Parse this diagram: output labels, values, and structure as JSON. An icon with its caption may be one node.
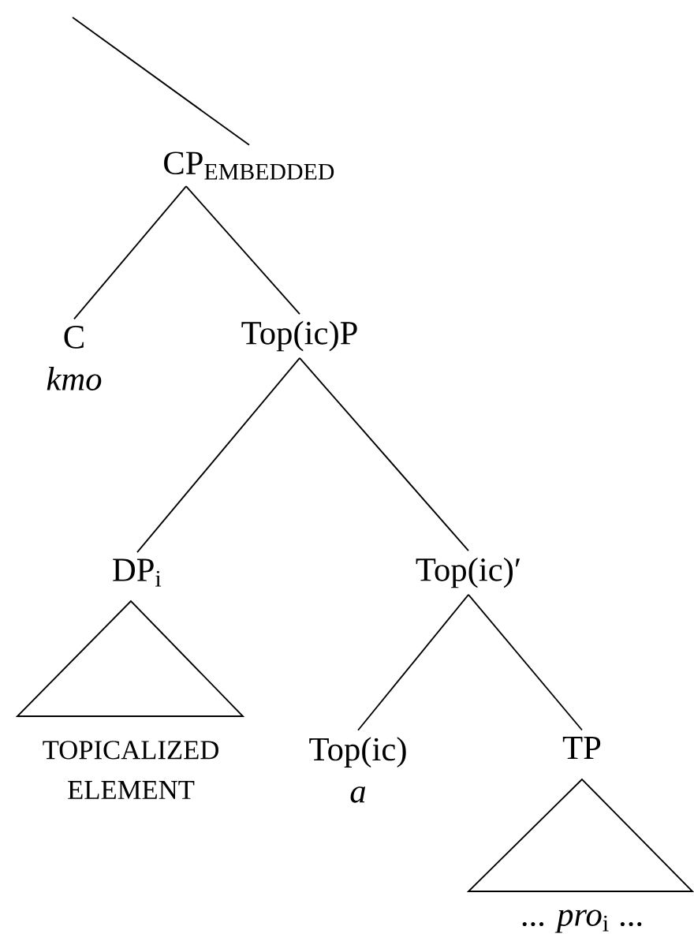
{
  "diagram": {
    "nodes": [
      {
        "text": [
          "CP$_{EMBEDDED}$"
        ]
      },
      {
        "text": [
          "C",
          "kmo"
        ]
      },
      {
        "text": [
          "Top(ic)P"
        ]
      },
      {
        "text": [
          "DP$_{i}$"
        ]
      },
      {
        "text": [
          "Top(ic)′"
        ]
      },
      {
        "text": [
          "Top(ic)",
          "a"
        ]
      },
      {
        "text": [
          "TP"
        ]
      },
      {
        "text": [
          "TOPICALIZED ELEMENT"
        ]
      },
      {
        "text": [
          "... *pro*$_{i}$ ..."
        ]
      }
    ],
    "edges": [
      {
        "from": null,
        "to": 0,
        "arrow": "none"
      },
      {
        "from": 0,
        "to": 1,
        "arrow": "none"
      },
      {
        "from": 0,
        "to": 2,
        "arrow": "none"
      },
      {
        "from": 2,
        "to": 3,
        "arrow": "none"
      },
      {
        "from": 2,
        "to": 4,
        "arrow": "none"
      },
      {
        "from": 4,
        "to": 5,
        "arrow": "none"
      },
      {
        "from": 4,
        "to": 6,
        "arrow": "none"
      }
    ]
  }
}
